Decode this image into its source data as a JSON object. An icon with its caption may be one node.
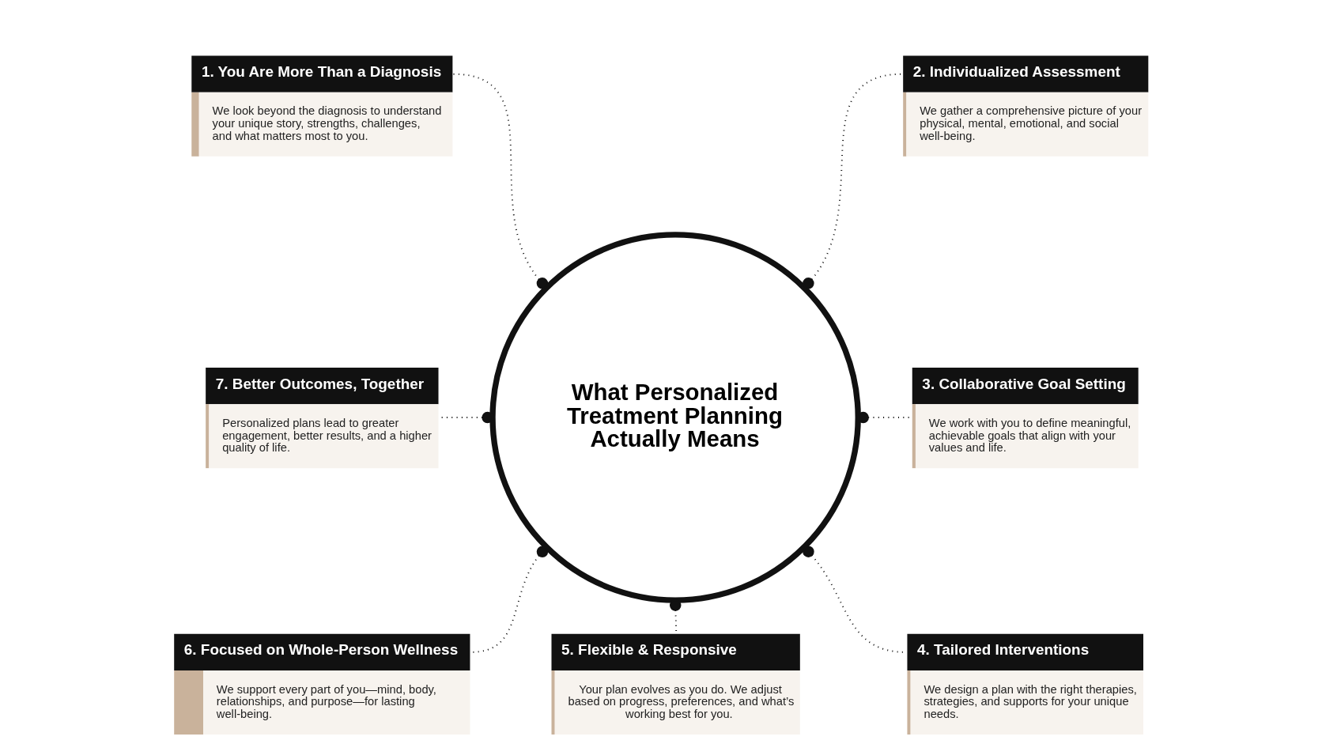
{
  "diagram": {
    "nodes": [
      {
        "text": [
          "What Personalized Treatment Planning Actually Means"
        ]
      },
      {
        "text": [
          "1. You Are More Than a Diagnosis",
          "We look beyond the diagnosis to understand your unique story, strengths, challenges, and what matters most to you."
        ]
      },
      {
        "text": [
          "2. Individualized Assessment",
          "We gather a comprehensive picture of your physical, mental, emotional, and social well-being."
        ]
      },
      {
        "text": [
          "3. Collaborative Goal Setting",
          "We work with you to define meaningful, achievable goals that align with your values and life."
        ]
      },
      {
        "text": [
          "4. Tailored Interventions",
          "We design a plan with the right therapies, strategies, and supports for your unique needs."
        ]
      },
      {
        "text": [
          "5. Flexible & Responsive",
          "Your plan evolves as you do. We adjust based on progress, preferences, and what’s working best for you."
        ]
      },
      {
        "text": [
          "6. Focused on Whole-Person Wellness",
          "We support every part of you—mind, body, relationships, and purpose—for lasting well-being."
        ]
      },
      {
        "text": [
          "7. Better Outcomes, Together",
          "Personalized plans lead to greater engagement, better results, and a higher quality of life."
        ]
      }
    ],
    "edges": [
      {
        "from": 0,
        "to": 1,
        "arrow": "other"
      },
      {
        "from": 0,
        "to": 2,
        "arrow": "other"
      },
      {
        "from": 0,
        "to": 3,
        "arrow": "other"
      },
      {
        "from": 0,
        "to": 4,
        "arrow": "other"
      },
      {
        "from": 0,
        "to": 5,
        "arrow": "other"
      },
      {
        "from": 0,
        "to": 6,
        "arrow": "other"
      },
      {
        "from": 0,
        "to": 7,
        "arrow": "other"
      }
    ]
  }
}
